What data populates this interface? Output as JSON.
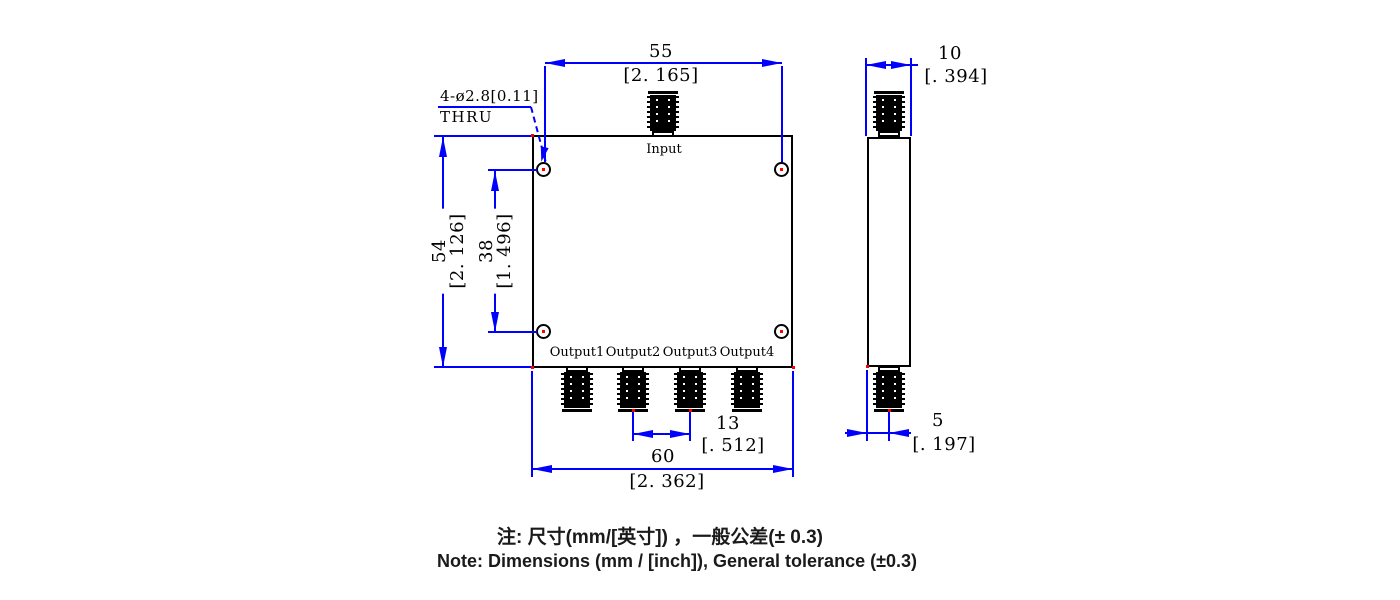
{
  "drawing": {
    "callout": {
      "line1": "4-ø2.8[0.11]",
      "line2": "THRU"
    },
    "ports": {
      "input": "Input",
      "outputs": [
        "Output1",
        "Output2",
        "Output3",
        "Output4"
      ]
    },
    "dims": {
      "d55": {
        "mm": "55",
        "inch": "[2. 165]"
      },
      "d10": {
        "mm": "10",
        "inch": "[. 394]"
      },
      "d54": {
        "mm": "54",
        "inch": "[2. 126]"
      },
      "d38": {
        "mm": "38",
        "inch": "[1. 496]"
      },
      "d60": {
        "mm": "60",
        "inch": "[2. 362]"
      },
      "d13": {
        "mm": "13",
        "inch": "[. 512]"
      },
      "d5": {
        "mm": "5",
        "inch": "[. 197]"
      }
    },
    "notes": {
      "zh": "注: 尺寸(mm/[英寸]) ，一般公差(± 0.3)",
      "en": "Note: Dimensions (mm / [inch]), General tolerance (±0.3)"
    },
    "colors": {
      "dimension": "#0000ff",
      "outline": "#000000",
      "center_mark": "#ff0000",
      "background": "#ffffff"
    }
  }
}
